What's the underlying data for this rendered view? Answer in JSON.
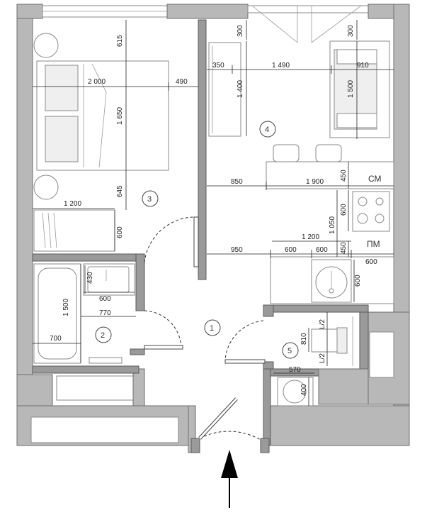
{
  "rooms": [
    {
      "id": "1",
      "label": "1"
    },
    {
      "id": "2",
      "label": "2"
    },
    {
      "id": "3",
      "label": "3"
    },
    {
      "id": "4",
      "label": "4"
    },
    {
      "id": "5",
      "label": "5"
    }
  ],
  "appliances": {
    "washing_machine": "СМ",
    "dishwasher": "ПМ"
  },
  "dimensions": {
    "d615": "615",
    "d2000": "2 000",
    "d490": "490",
    "d1650": "1 650",
    "d645": "645",
    "d1200_bed": "1 200",
    "d600_wardrobe": "600",
    "d300_left": "300",
    "d350": "350",
    "d1490": "1 490",
    "d910": "910",
    "d300_right": "300",
    "d1400": "1 400",
    "d1500_sofa": "1 500",
    "d850": "850",
    "d1900": "1 900",
    "d450_top": "450",
    "d600_hob": "600",
    "d1050": "1 050",
    "d1200_kitchen": "1 200",
    "d950": "950",
    "d600_k1": "600",
    "d600_k2": "600",
    "d450_mid": "450",
    "d600_dw": "600",
    "d600_sink": "600",
    "d430": "430",
    "d600_bath": "600",
    "d770": "770",
    "d1500_bath": "1 500",
    "d700": "700",
    "d810": "810",
    "dL2_top": "L/2",
    "dL2_bottom": "L/2",
    "d570": "570",
    "d400": "400"
  }
}
